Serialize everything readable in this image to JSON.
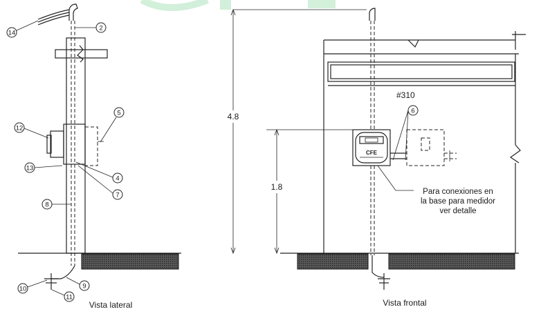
{
  "views": {
    "lateral": {
      "title": "Vista lateral"
    },
    "frontal": {
      "title": "Vista frontal"
    }
  },
  "dimensions": {
    "total_height": "4.8",
    "meter_height": "1.8"
  },
  "labels": {
    "circuit": "#310",
    "note_lines": [
      "Para conexiones en",
      "la base para medidor",
      "ver detalle"
    ],
    "meter_brand": "CFE"
  },
  "callouts": {
    "c2": "2",
    "c4": "4",
    "c5": "5",
    "c6": "6",
    "c7": "7",
    "c8": "8",
    "c9": "9",
    "c10": "10",
    "c11": "11",
    "c12": "12",
    "c13": "13",
    "c14": "14"
  },
  "colors": {
    "watermark": "#cdeed6",
    "ink": "#222222"
  }
}
